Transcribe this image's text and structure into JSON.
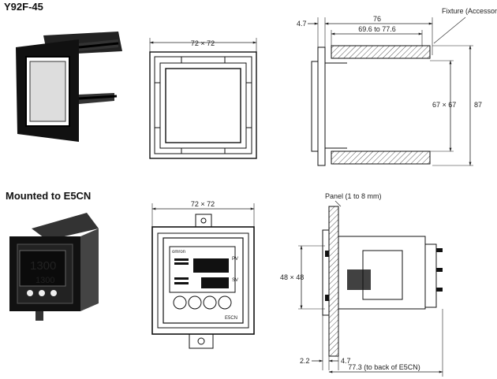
{
  "sections": {
    "top_title": "Y92F-45",
    "bottom_title": "Mounted to E5CN"
  },
  "top_front": {
    "width_label": "72 × 72"
  },
  "top_side": {
    "dim_4_7": "4.7",
    "dim_76": "76",
    "dim_range": "69.6 to 77.6",
    "fixture_label": "Fixture (Accessory)",
    "dim_67": "67 × 67",
    "dim_87": "87"
  },
  "bottom_front": {
    "width_label": "72 × 72",
    "brand": "omron",
    "pv_label": "PV",
    "sv_label": "SV",
    "model_label": "E5CN"
  },
  "bottom_side": {
    "panel_label": "Panel (1 to 8 mm)",
    "dim_48": "48 × 48",
    "dim_2_2": "2.2",
    "dim_4_7": "4.7",
    "dim_77_3": "77.3 (to back of E5CN)"
  },
  "photo_display": {
    "pv": "1300",
    "sv": "1300"
  }
}
